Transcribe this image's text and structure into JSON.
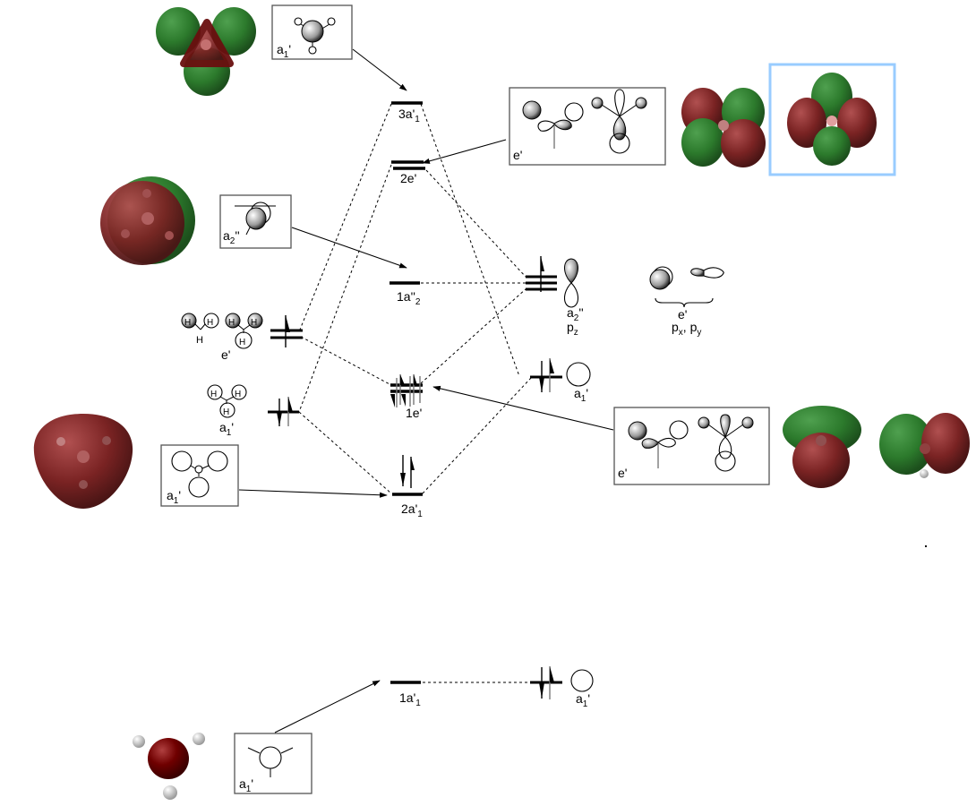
{
  "diagram": {
    "title": "",
    "type": "molecular-orbital-diagram",
    "highlight_color": "#99ccff",
    "lobe_colors": {
      "positive": "#8b2a2a",
      "negative": "#2e7d2e"
    },
    "mo_levels": [
      {
        "id": "3a1p",
        "label": "3a'",
        "sub": "1",
        "degenerate": 1,
        "electrons": 0
      },
      {
        "id": "2ep",
        "label": "2e'",
        "sub": "",
        "degenerate": 2,
        "electrons": 0
      },
      {
        "id": "1a2pp",
        "label": "1a''",
        "sub": "2",
        "degenerate": 1,
        "electrons": 0
      },
      {
        "id": "1ep",
        "label": "1e'",
        "sub": "",
        "degenerate": 2,
        "electrons": 4
      },
      {
        "id": "2a1p",
        "label": "2a'",
        "sub": "1",
        "degenerate": 1,
        "electrons": 2
      },
      {
        "id": "1a1p",
        "label": "1a'",
        "sub": "1",
        "degenerate": 1,
        "electrons": 0
      }
    ],
    "h3_fragment": {
      "e_label": "e'",
      "a1_label": "a",
      "a1_sub": "1",
      "a1_prime": "'",
      "h": "H"
    },
    "b_fragment": {
      "a2pp_label": "a",
      "a2pp_sub": "2",
      "a2pp_prime": "''",
      "pz_label": "p",
      "pz_sub": "z",
      "e_label": "e'",
      "pxpy_label_p1": "p",
      "pxpy_sub1": "x",
      "pxpy_sep": ", p",
      "pxpy_sub2": "y",
      "a1_label": "a",
      "a1_sub": "1",
      "a1_prime": "'",
      "core_a1_label": "a",
      "core_a1_sub": "1",
      "core_a1_prime": "'"
    },
    "boxes": {
      "top_a1": {
        "label": "a",
        "sub": "1",
        "prime": "'"
      },
      "a2pp": {
        "label": "a",
        "sub": "2",
        "prime": "''"
      },
      "e_top": {
        "label": "e'"
      },
      "e_mid": {
        "label": "e'"
      },
      "a1_mid": {
        "label": "a",
        "sub": "1",
        "prime": "'"
      },
      "a1_core": {
        "label": "a",
        "sub": "1",
        "prime": "'"
      }
    }
  }
}
